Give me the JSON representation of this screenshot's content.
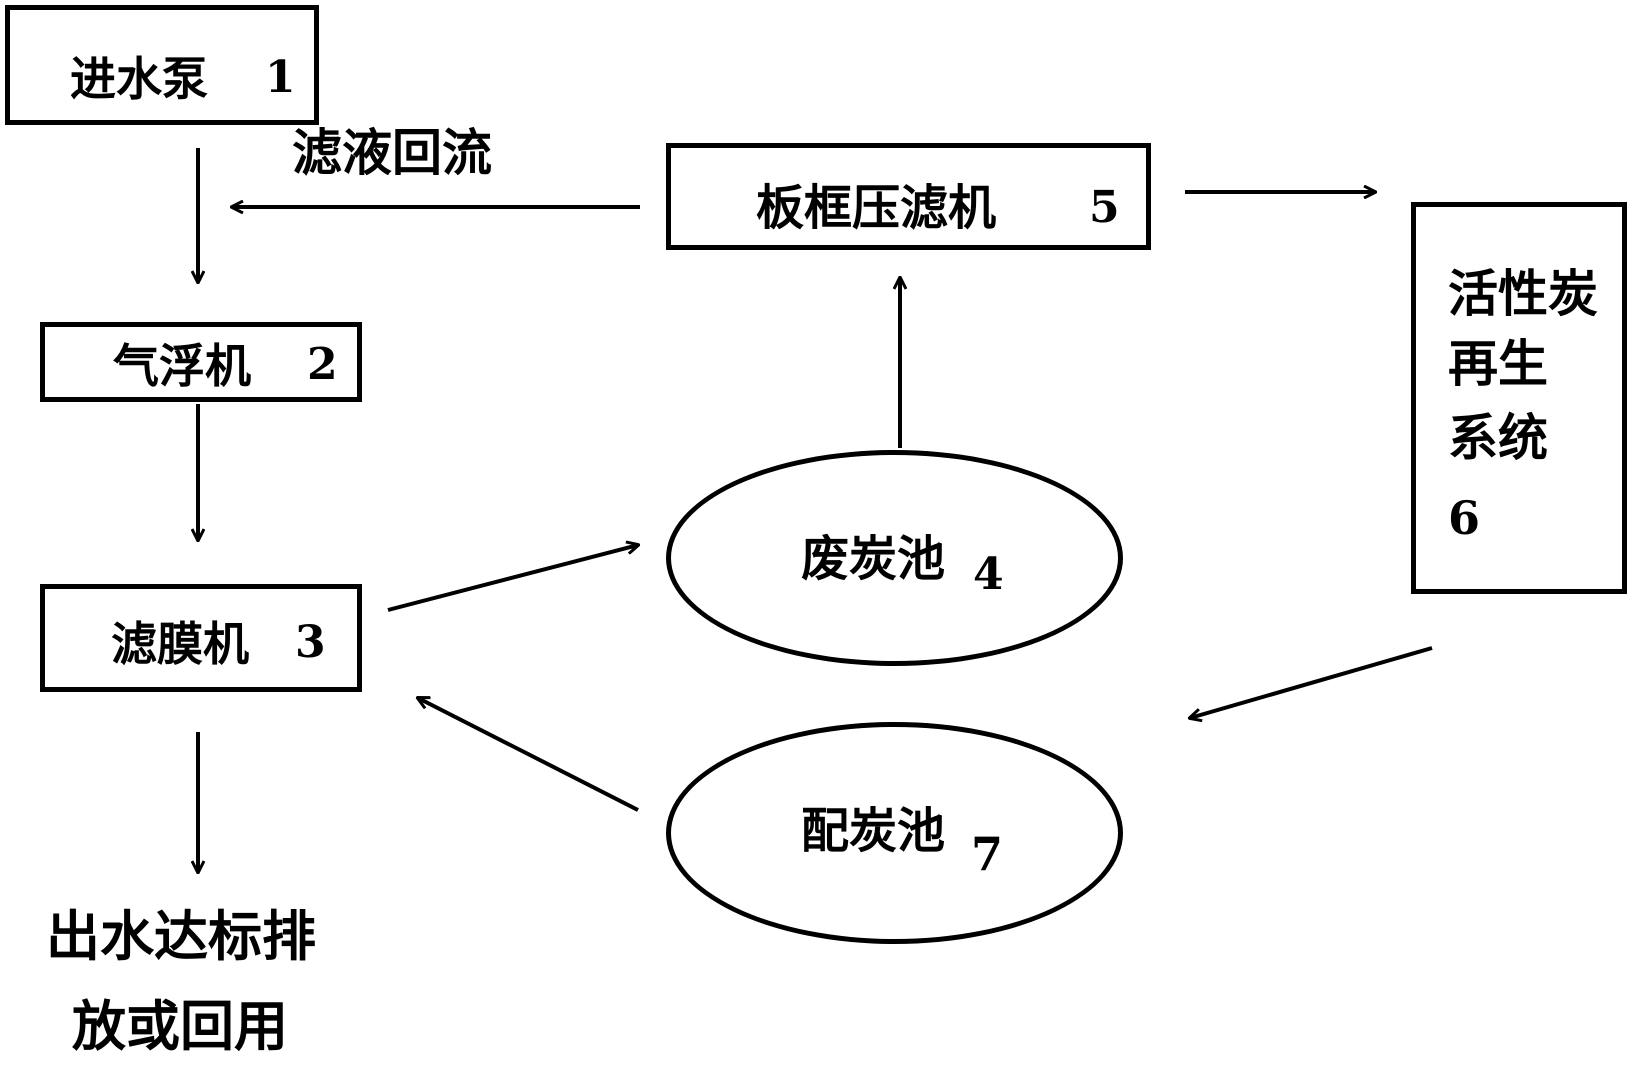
{
  "nodes": {
    "pump": {
      "label": "进水泵",
      "number": "1"
    },
    "flotation": {
      "label": "气浮机",
      "number": "2"
    },
    "membrane": {
      "label": "滤膜机",
      "number": "3"
    },
    "waste_carbon_tank": {
      "label": "废炭池",
      "number": "4"
    },
    "filter_press": {
      "label": "板框压滤机",
      "number": "5"
    },
    "regen_system": {
      "line1": "活性炭",
      "line2": "再生",
      "line3": "系统",
      "number": "6"
    },
    "carbon_mix_tank": {
      "label": "配炭池",
      "number": "7"
    }
  },
  "labels": {
    "filtrate_return": "滤液回流",
    "outlet_line1": "出水达标排",
    "outlet_line2": "放或回用"
  }
}
